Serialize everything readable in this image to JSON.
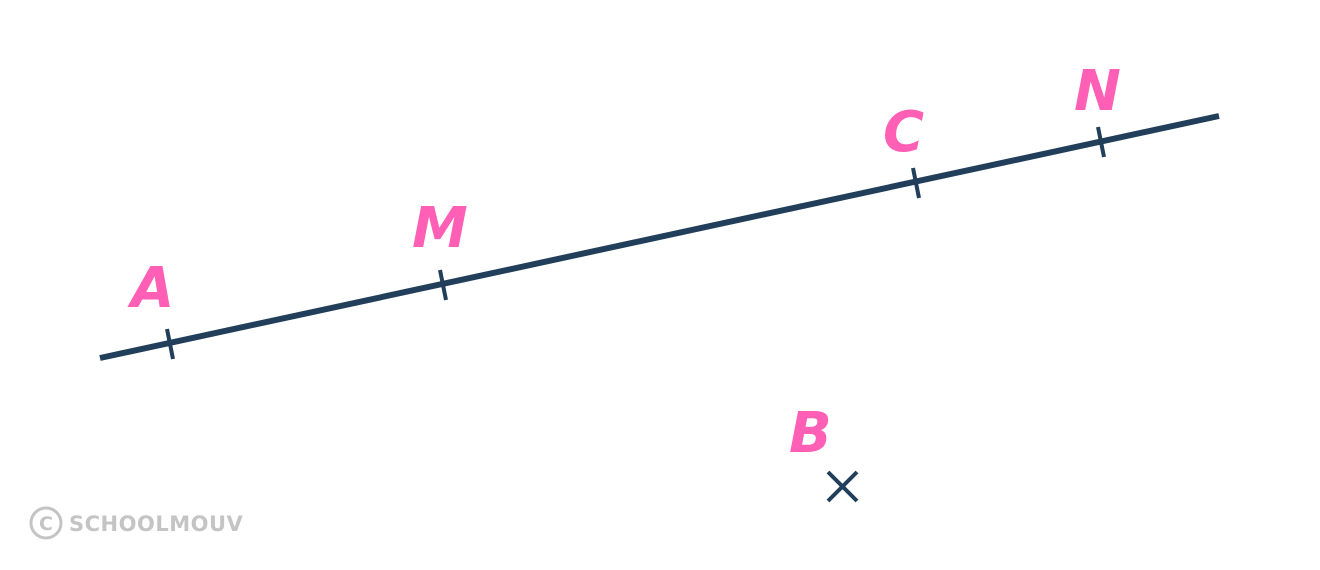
{
  "figure": {
    "line_color": "#213e5a",
    "label_color": "#ff5fb4",
    "watermark_color": "#c4c4c4",
    "points_on_line": [
      {
        "label": "A"
      },
      {
        "label": "M"
      },
      {
        "label": "C"
      },
      {
        "label": "N"
      }
    ],
    "point_off_line": {
      "label": "B",
      "marker": "cross-mark"
    },
    "watermark": {
      "symbol": "©",
      "text": "SCHOOLMOUV"
    }
  }
}
